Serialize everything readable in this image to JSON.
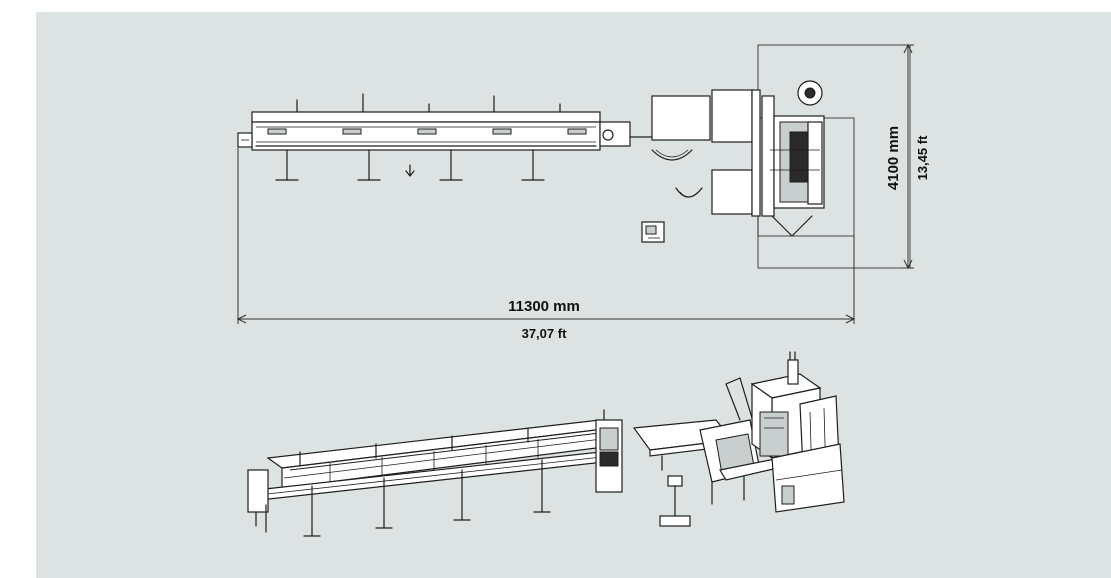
{
  "dimensions": {
    "length_mm": "11300 mm",
    "length_ft": "37,07 ft",
    "width_mm": "4100 mm",
    "width_ft": "13,45 ft"
  }
}
